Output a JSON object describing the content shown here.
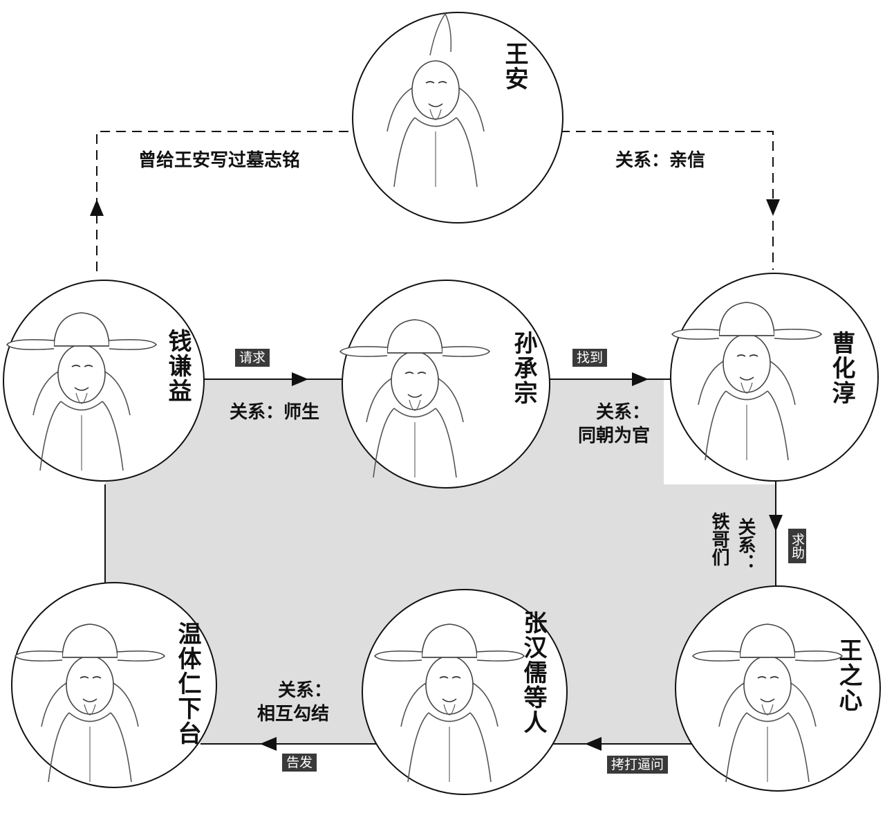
{
  "people": {
    "wang_an": "王安",
    "qian_qianyi": "钱谦益",
    "sun_chengzong": "孙承宗",
    "cao_huachun": "曹化淳",
    "wang_zhixin": "王之心",
    "zhang_hanru": "张汉儒等人",
    "wen_tiren": "温体仁下台"
  },
  "relations": {
    "qian_wang": "曾给王安写过墓志铭",
    "wang_cao": "关系：亲信",
    "qian_sun": "关系：师生",
    "sun_cao_1": "关系：",
    "sun_cao_2": "同朝为官",
    "cao_wangzx_1": "关系：",
    "cao_wangzx_2": "铁哥们",
    "zhang_wen_1": "关系：",
    "zhang_wen_2": "相互勾结"
  },
  "actions": {
    "request": "请求",
    "found": "找到",
    "help": "求助",
    "torture": "拷打逼问",
    "report": "告发"
  },
  "colors": {
    "panel": "#dedede",
    "tag_bg": "#3a3a3a",
    "line": "#111111"
  }
}
